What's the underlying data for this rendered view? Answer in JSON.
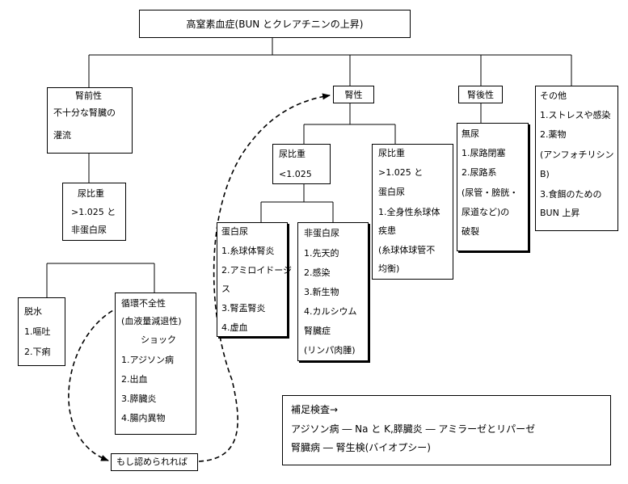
{
  "title": "高窒素血症(BUN とクレアチニンの上昇)",
  "prerenal": {
    "heading": "腎前性",
    "lines": [
      "不十分な腎臓の",
      "灌流"
    ],
    "urine": [
      "尿比重",
      ">1.025 と",
      "非蛋白尿"
    ]
  },
  "dehydration": [
    "脱水",
    "1.嘔吐",
    "2.下痢"
  ],
  "circulatory": [
    "循環不全性",
    "(血液量減退性)",
    "ショック",
    "1.アジソン病",
    "2.出血",
    "3.膵臓炎",
    "4.腸内異物"
  ],
  "confirm": "もし認められれば",
  "renal": {
    "heading": "腎性",
    "low_sg": [
      "尿比重",
      "<1.025"
    ],
    "high_sg": [
      "尿比重",
      ">1.025 と",
      "蛋白尿",
      "1.全身性糸球体",
      "疾患",
      "(糸球体球管不",
      "均衡)"
    ],
    "proteinuria": [
      "蛋白尿",
      "1.糸球体腎炎",
      "2.アミロイドージ",
      "ス",
      "3.腎盂腎炎",
      "4.虚血"
    ],
    "non_proteinuria": [
      "非蛋白尿",
      "1.先天的",
      "2.感染",
      "3.新生物",
      "4.カルシウム",
      "腎臓症",
      "(リンパ肉腫)"
    ]
  },
  "postrenal": {
    "heading": "腎後性",
    "lines": [
      "無尿",
      "1.尿路閉塞",
      "2.尿路系",
      "(尿管・膀胱・",
      "尿道など)の",
      "破裂"
    ]
  },
  "other": {
    "lines": [
      "その他",
      "1.ストレスや感染",
      "2.薬物",
      "(アンフォチリシン",
      "B)",
      "3.食餌のための",
      "BUN 上昇"
    ]
  },
  "supplementary": [
    "補足検査→",
    "アジソン病 ― Na と K,膵臓炎 ― アミラーゼとリパーゼ",
    "腎臓病 ― 腎生検(バイオプシー)"
  ]
}
